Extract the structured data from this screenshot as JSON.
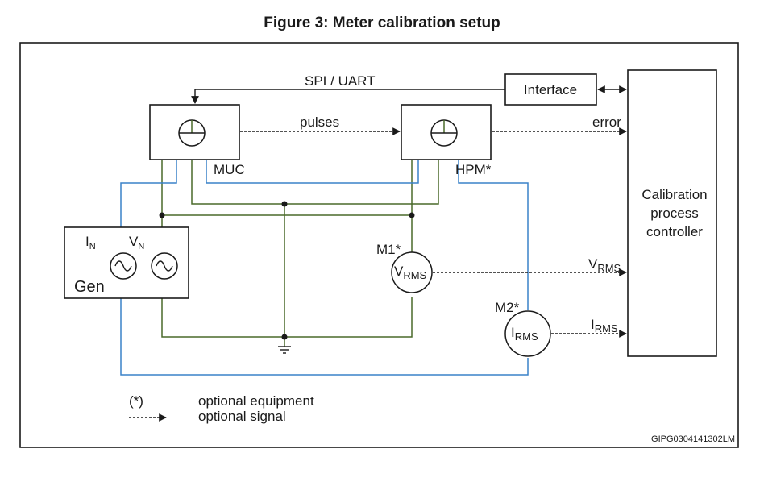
{
  "figure": {
    "title": "Figure 3: Meter calibration setup",
    "code": "GIPG0304141302LM"
  },
  "blocks": {
    "muc": "MUC",
    "hpm": "HPM*",
    "interface": "Interface",
    "controller_line1": "Calibration",
    "controller_line2": "process",
    "controller_line3": "controller",
    "gen": "Gen",
    "m1": "M1*",
    "m2": "M2*"
  },
  "generator": {
    "current_label": "I",
    "current_sub": "N",
    "voltage_label": "V",
    "voltage_sub": "N"
  },
  "meters": {
    "vrms_main": "V",
    "vrms_sub": "RMS",
    "irms_main": "I",
    "irms_sub": "RMS"
  },
  "signals": {
    "spi": "SPI / UART",
    "pulses": "pulses",
    "error": "error",
    "vrms_main": "V",
    "vrms_sub": "RMS",
    "irms_main": "I",
    "irms_sub": "RMS"
  },
  "legend": {
    "marker": "(*)",
    "equipment": "optional equipment",
    "signal": "optional signal"
  },
  "colors": {
    "green_wire": "#4a6a2a",
    "blue_wire": "#3a82c8",
    "line": "#1a1a1a"
  },
  "icons": [
    "ac-source-icon",
    "ground-icon",
    "arrow-icon"
  ]
}
